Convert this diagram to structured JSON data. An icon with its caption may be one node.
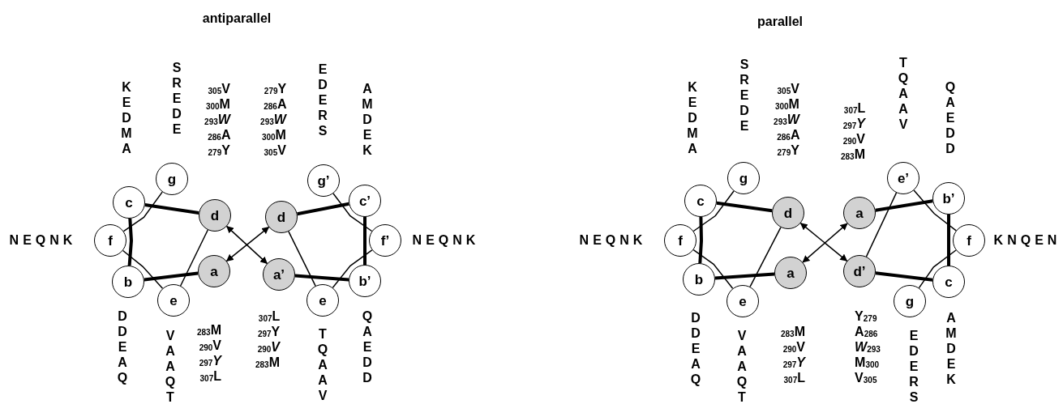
{
  "diagram": {
    "nodes": [
      {
        "text": [
          "a"
        ]
      },
      {
        "text": [
          "b"
        ],
        "beside": [
          "D D E A Q"
        ]
      },
      {
        "text": [
          "c"
        ],
        "beside": [
          "K E D M A"
        ]
      },
      {
        "text": [
          "d"
        ]
      },
      {
        "text": [
          "e"
        ],
        "beside": [
          "V A A Q T"
        ]
      },
      {
        "text": [
          "f"
        ],
        "beside": [
          "NEQNK"
        ]
      },
      {
        "text": [
          "g"
        ],
        "beside": [
          "S R E D E"
        ]
      },
      {
        "text": [
          "a’"
        ]
      },
      {
        "text": [
          "b’"
        ],
        "beside": [
          "Q A E D D"
        ]
      },
      {
        "text": [
          "c’"
        ],
        "beside": [
          "A M D E K"
        ]
      },
      {
        "text": [
          "d"
        ]
      },
      {
        "text": [
          "e"
        ],
        "beside": [
          "T Q A A V"
        ]
      },
      {
        "text": [
          "f’"
        ],
        "beside": [
          "NEQNK"
        ]
      },
      {
        "text": [
          "g’"
        ],
        "beside": [
          "E D E R S"
        ]
      },
      {
        "text": [
          "a"
        ]
      },
      {
        "text": [
          "b"
        ],
        "beside": [
          "D D E A Q"
        ]
      },
      {
        "text": [
          "c"
        ],
        "beside": [
          "K E D M A"
        ]
      },
      {
        "text": [
          "d"
        ]
      },
      {
        "text": [
          "e"
        ],
        "beside": [
          "V A A Q T"
        ]
      },
      {
        "text": [
          "f"
        ],
        "beside": [
          "NEQNK"
        ]
      },
      {
        "text": [
          "g"
        ],
        "beside": [
          "S R E D E"
        ]
      },
      {
        "text": [
          "a"
        ]
      },
      {
        "text": [
          "b’"
        ],
        "beside": [
          "Q A E D D"
        ]
      },
      {
        "text": [
          "c"
        ],
        "beside": [
          "A M D E K"
        ]
      },
      {
        "text": [
          "d’"
        ]
      },
      {
        "text": [
          "e’"
        ],
        "beside": [
          "T Q A A V"
        ]
      },
      {
        "text": [
          "f"
        ],
        "beside": [
          "KNQEN"
        ]
      },
      {
        "text": [
          "g"
        ],
        "beside": [
          "E D E R S"
        ]
      }
    ],
    "edges": [
      {
        "from": 0,
        "to": 1,
        "arrow": "none",
        "style": "thick"
      },
      {
        "from": 1,
        "to": 2,
        "arrow": "none",
        "style": "thick"
      },
      {
        "from": 2,
        "to": 3,
        "arrow": "none",
        "style": "thick"
      },
      {
        "from": 3,
        "to": 4,
        "arrow": "none"
      },
      {
        "from": 4,
        "to": 5,
        "arrow": "none"
      },
      {
        "from": 5,
        "to": 6,
        "arrow": "none"
      },
      {
        "from": 7,
        "to": 8,
        "arrow": "none",
        "style": "thick"
      },
      {
        "from": 8,
        "to": 9,
        "arrow": "none",
        "style": "thick"
      },
      {
        "from": 9,
        "to": 10,
        "arrow": "none",
        "style": "thick"
      },
      {
        "from": 10,
        "to": 11,
        "arrow": "none"
      },
      {
        "from": 11,
        "to": 12,
        "arrow": "none"
      },
      {
        "from": 12,
        "to": 13,
        "arrow": "none"
      },
      {
        "from": 3,
        "to": 7,
        "arrow": "both"
      },
      {
        "from": 0,
        "to": 10,
        "arrow": "both"
      },
      {
        "from": 14,
        "to": 15,
        "arrow": "none",
        "style": "thick"
      },
      {
        "from": 15,
        "to": 16,
        "arrow": "none",
        "style": "thick"
      },
      {
        "from": 16,
        "to": 17,
        "arrow": "none",
        "style": "thick"
      },
      {
        "from": 17,
        "to": 18,
        "arrow": "none"
      },
      {
        "from": 18,
        "to": 19,
        "arrow": "none"
      },
      {
        "from": 19,
        "to": 20,
        "arrow": "none"
      },
      {
        "from": 21,
        "to": 22,
        "arrow": "none",
        "style": "thick"
      },
      {
        "from": 22,
        "to": 23,
        "arrow": "none",
        "style": "thick"
      },
      {
        "from": 23,
        "to": 24,
        "arrow": "none",
        "style": "thick"
      },
      {
        "from": 24,
        "to": 25,
        "arrow": "none"
      },
      {
        "from": 25,
        "to": 26,
        "arrow": "none"
      },
      {
        "from": 26,
        "to": 27,
        "arrow": "none"
      },
      {
        "from": 17,
        "to": 24,
        "arrow": "both"
      },
      {
        "from": 14,
        "to": 21,
        "arrow": "both"
      }
    ],
    "labels": [
      "antiparallel",
      "parallel",
      "$_{305}$V $_{300}$M $_{293}$*W* $_{286}$A $_{279}$Y",
      "$_{279}$Y $_{286}$A $_{293}$*W* $_{300}$M $_{305}$V",
      "$_{305}$V $_{300}$M $_{293}$*W* $_{286}$A $_{279}$Y",
      "$_{307}$L $_{297}$*Y* $_{290}$V $_{283}$M",
      "$_{283}$M $_{290}$V $_{297}$*Y* $_{307}$L",
      "$_{307}$L $_{297}$Y $_{290}$*V* $_{283}$M",
      "$_{283}$M $_{290}$V $_{297}$*Y* $_{307}$L",
      "Y$_{279}$ A$_{286}$ *W*$_{293}$ M$_{300}$ V$_{305}$"
    ]
  }
}
